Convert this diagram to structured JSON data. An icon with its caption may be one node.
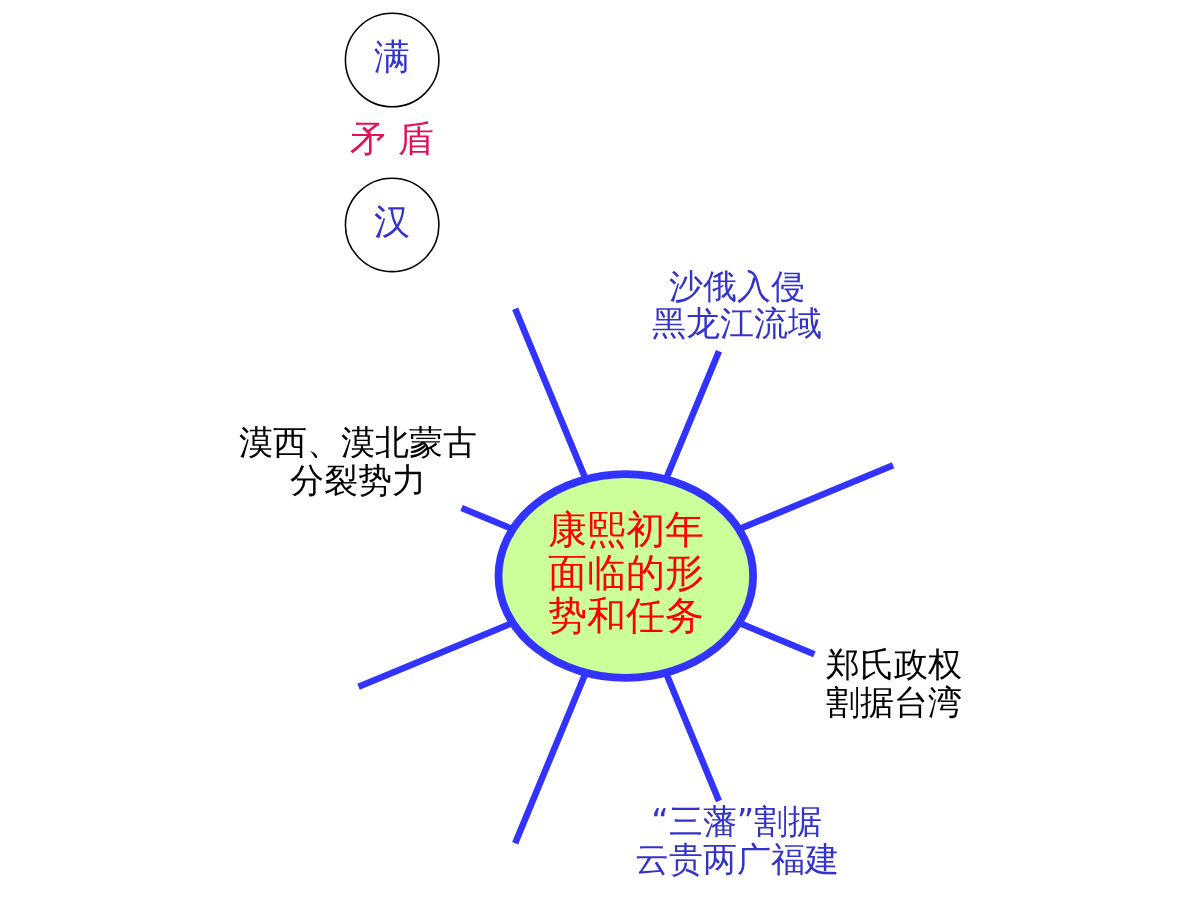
{
  "diagram": {
    "nodes": [
      {
        "text": [
          "康熙初年面临的形势和任务"
        ]
      },
      {
        "text": [
          "漠西、漠北蒙古分裂势力"
        ]
      },
      {
        "text": [
          "沙俄入侵黑龙江流域"
        ]
      },
      {
        "text": [
          "郑氏政权割据台湾"
        ]
      },
      {
        "text": [
          "“三藩”割据云贵两广福建"
        ]
      },
      {
        "text": [
          "满"
        ]
      },
      {
        "text": [
          "汉"
        ]
      }
    ],
    "edges": [
      {
        "from": 0,
        "to": null,
        "arrow": "none"
      },
      {
        "from": 0,
        "to": 2,
        "arrow": "none"
      },
      {
        "from": 0,
        "to": null,
        "arrow": "none"
      },
      {
        "from": 0,
        "to": 3,
        "arrow": "none"
      },
      {
        "from": 0,
        "to": 4,
        "arrow": "none"
      },
      {
        "from": 0,
        "to": null,
        "arrow": "none"
      },
      {
        "from": 0,
        "to": null,
        "arrow": "none"
      },
      {
        "from": 0,
        "to": 1,
        "arrow": "none"
      }
    ],
    "labels": [
      "矛 盾"
    ]
  }
}
